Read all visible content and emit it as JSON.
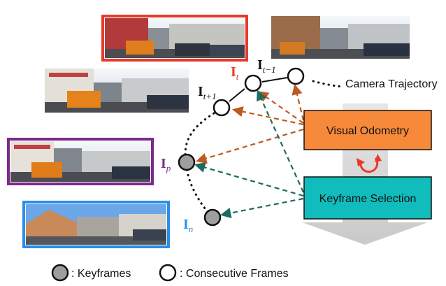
{
  "frame_labels": {
    "t": "I",
    "t_sub": "t",
    "t_minus_1": "I",
    "t_minus_1_sub": "t−1",
    "t_plus_1": "I",
    "t_plus_1_sub": "t+1",
    "p": "I",
    "p_sub": "p",
    "n": "I",
    "n_sub": "n"
  },
  "camera_trajectory_label": "Camera Trajectory",
  "visual_odometry_label": "Visual Odometry",
  "keyframe_selection_label": "Keyframe Selection",
  "legend": {
    "keyframes_label": ": Keyframes",
    "consecutive_label": ": Consecutive Frames"
  },
  "colors": {
    "frame_t": "#e8392a",
    "frame_p": "#7b2a8c",
    "frame_n": "#2a8ee8",
    "visual_odometry_box": "#f7893a",
    "keyframe_selection_box": "#11bcbc",
    "vo_arrows": "#c0591e",
    "ks_arrows": "#1f6b63",
    "keyframe_node": "#9e9e9e"
  },
  "icons": {
    "loop": "refresh-icon"
  }
}
